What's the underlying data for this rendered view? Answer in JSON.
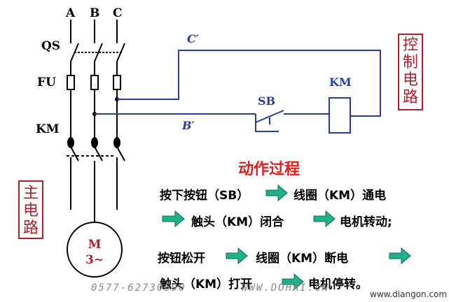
{
  "phases": [
    "A",
    "B",
    "C"
  ],
  "labels": {
    "qs": "QS",
    "fu": "FU",
    "km": "KM"
  },
  "control": {
    "c_prime": "C′",
    "b_prime": "B′",
    "sb": "SB",
    "coil": "KM",
    "box_label": "控\n制\n电\n路"
  },
  "main_box_label": "主\n电\n路",
  "motor": {
    "line1": "M",
    "line2": "3~"
  },
  "process": {
    "title": "动作过程",
    "steps": [
      "按下按钮（SB）",
      "线圈（KM）通电",
      "触头（KM）闭合",
      "电机转动;",
      "按钮松开",
      "线圈（KM）断电",
      "触头（KM）打开",
      "电机停转。"
    ]
  },
  "watermark": {
    "left": "0577-62730690",
    "center": "WWW.DOHAI.CN",
    "right": "www.diangon.com"
  },
  "colors": {
    "wire": "#2a3d9a",
    "accent": "#b0202c",
    "title": "#e0201c",
    "arrow": "#21b08a"
  }
}
